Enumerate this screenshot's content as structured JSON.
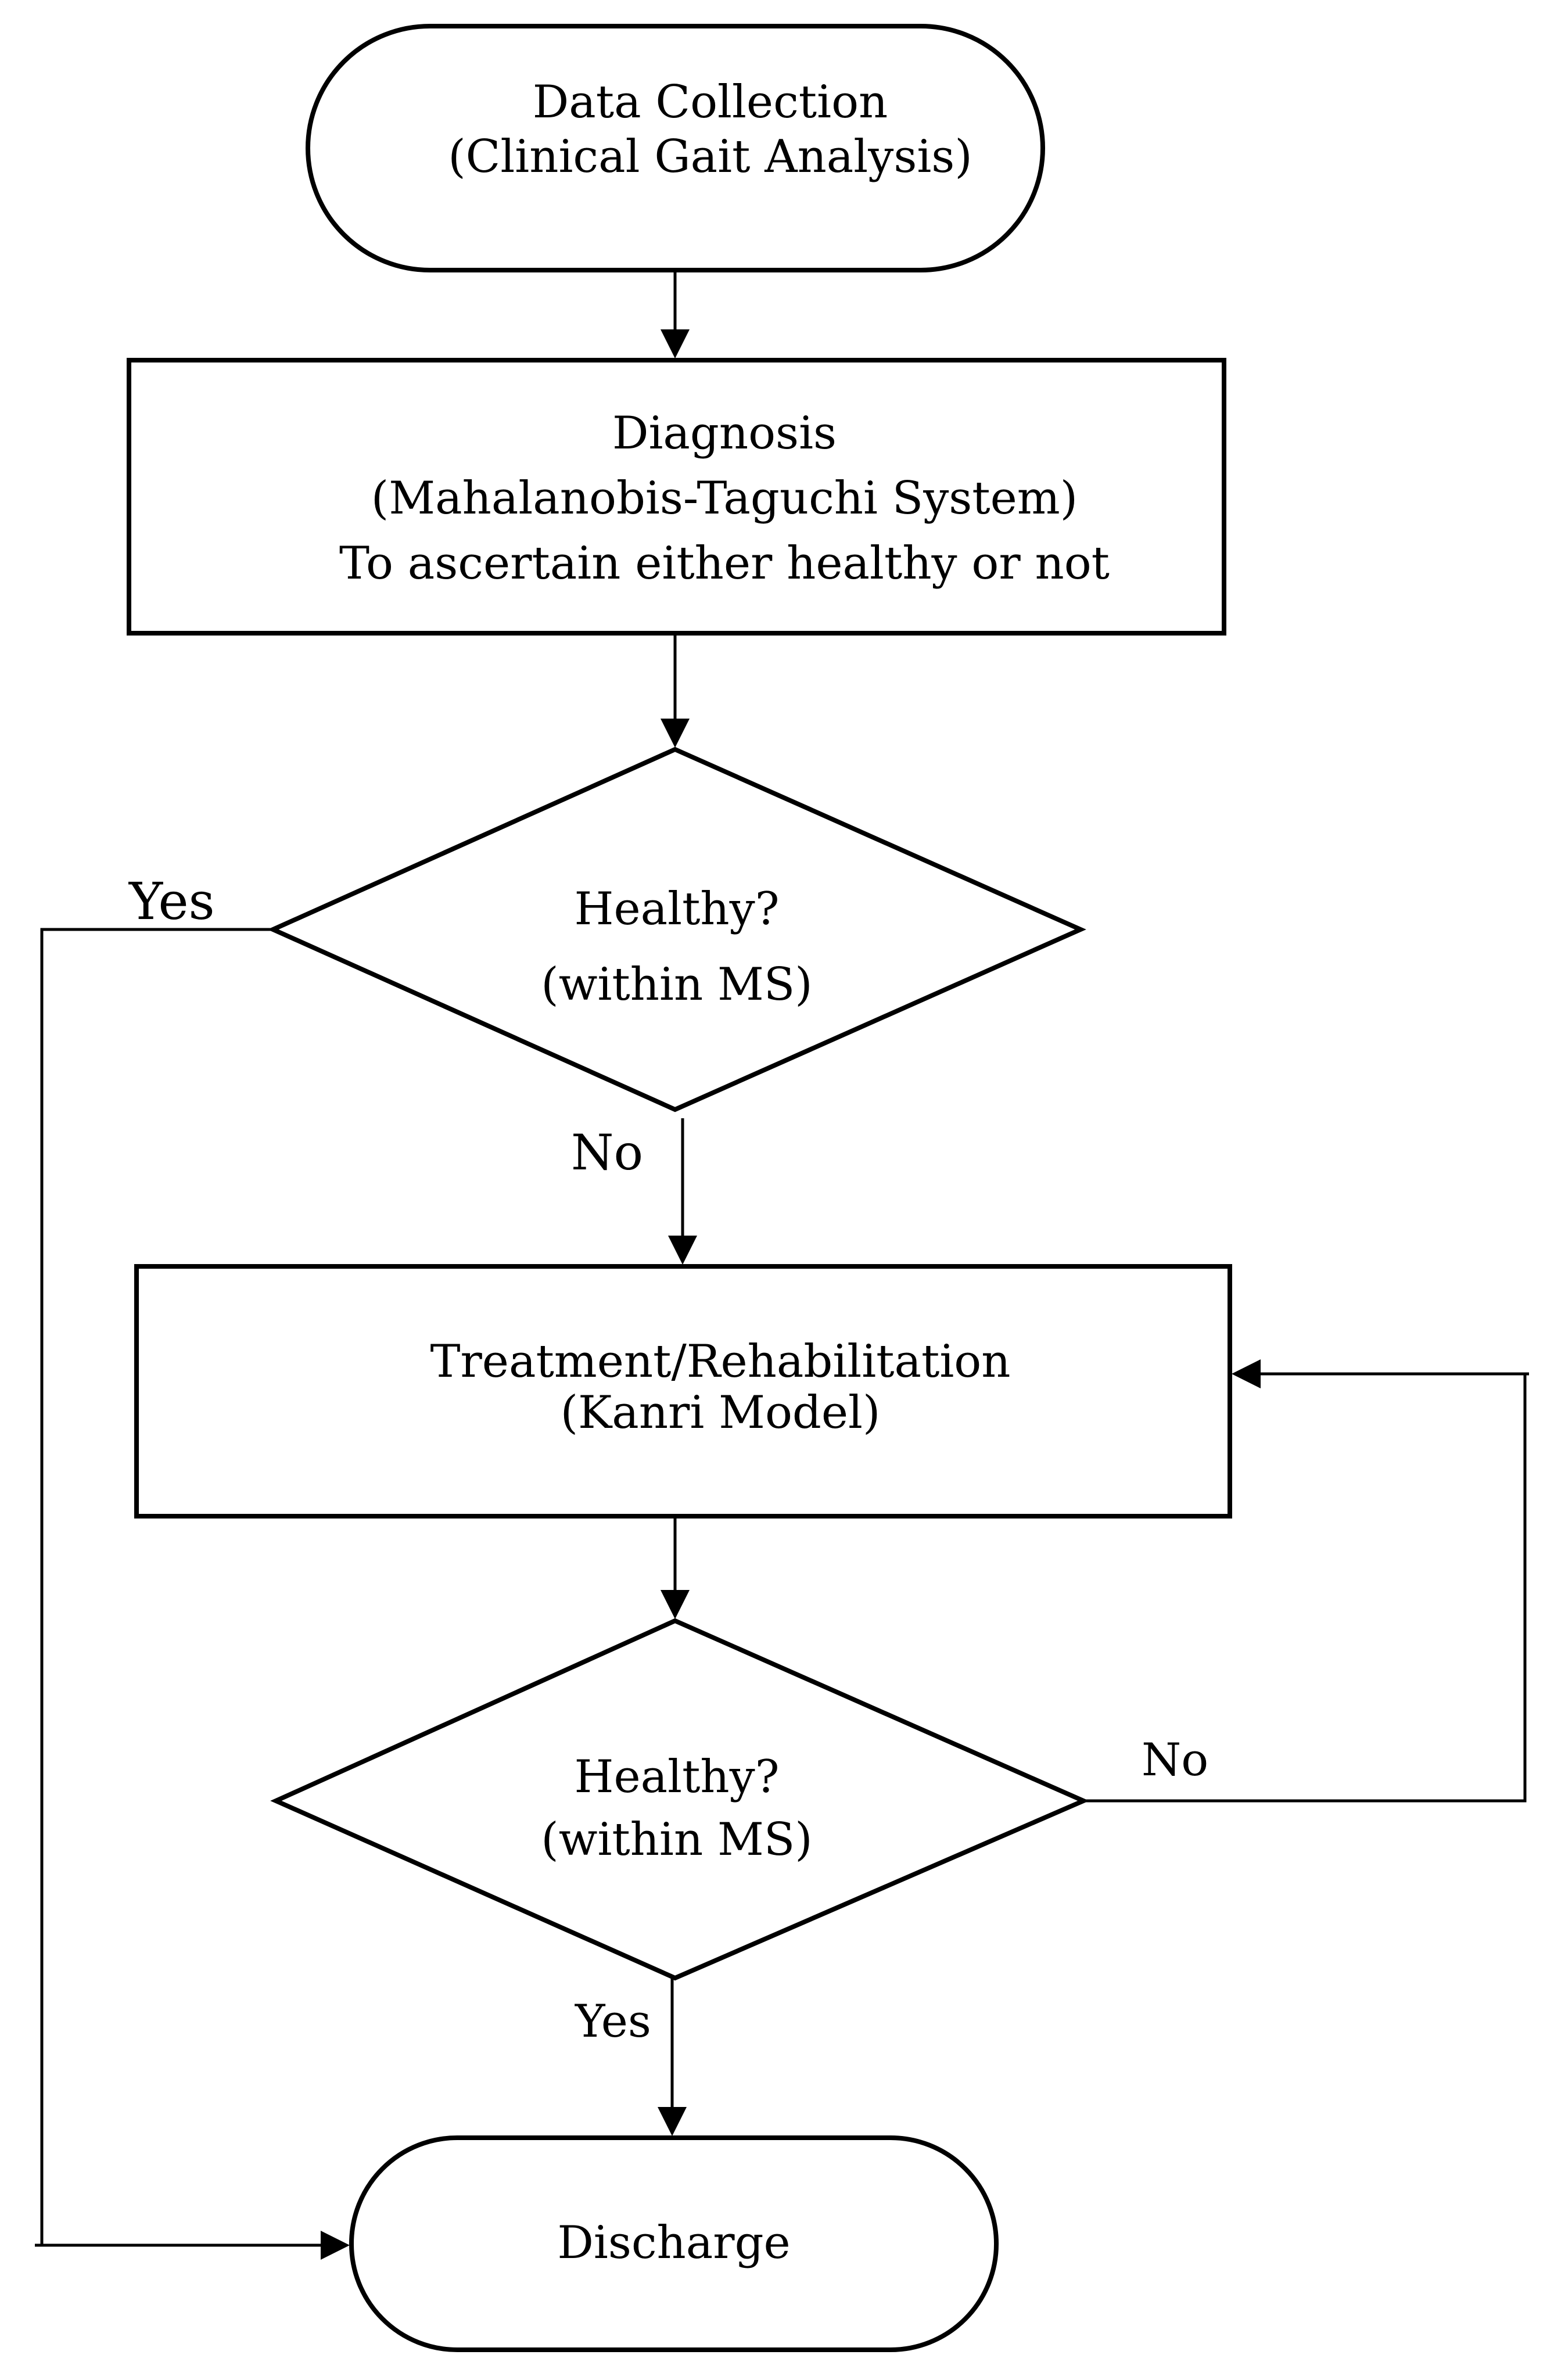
{
  "nodes": {
    "start": {
      "line1": "Data Collection",
      "line2": "(Clinical Gait Analysis)"
    },
    "diagnosis": {
      "line1": "Diagnosis",
      "line2": "(Mahalanobis-Taguchi System)",
      "line3": "To ascertain either healthy or not"
    },
    "decision1": {
      "line1": "Healthy?",
      "line2": "(within MS)"
    },
    "treatment": {
      "line1": "Treatment/Rehabilitation",
      "line2": "(Kanri Model)"
    },
    "decision2": {
      "line1": "Healthy?",
      "line2": "(within MS)"
    },
    "end": {
      "line1": "Discharge"
    }
  },
  "edges": {
    "d1_yes": "Yes",
    "d1_no": "No",
    "d2_no": "No",
    "d2_yes": "Yes"
  }
}
